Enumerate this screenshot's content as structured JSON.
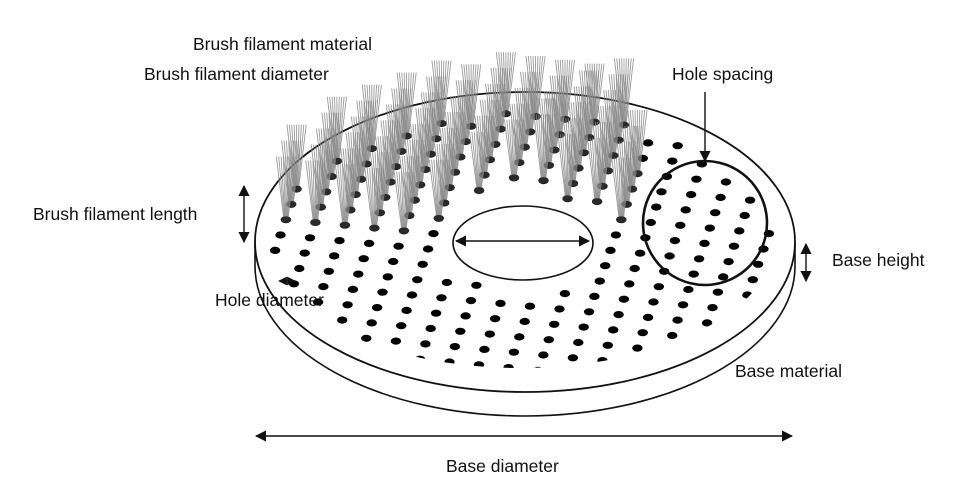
{
  "labels": {
    "filament_material": "Brush filament material",
    "filament_diameter": "Brush filament diameter",
    "hole_spacing": "Hole spacing",
    "filament_length": "Brush filament length",
    "base_height": "Base height",
    "hole_diameter": "Hole diameter",
    "base_material": "Base material",
    "base_diameter": "Base diameter"
  },
  "colors": {
    "outline": "#111111",
    "hole": "#000000",
    "filament": "#8a8a8a",
    "background": "#ffffff"
  }
}
